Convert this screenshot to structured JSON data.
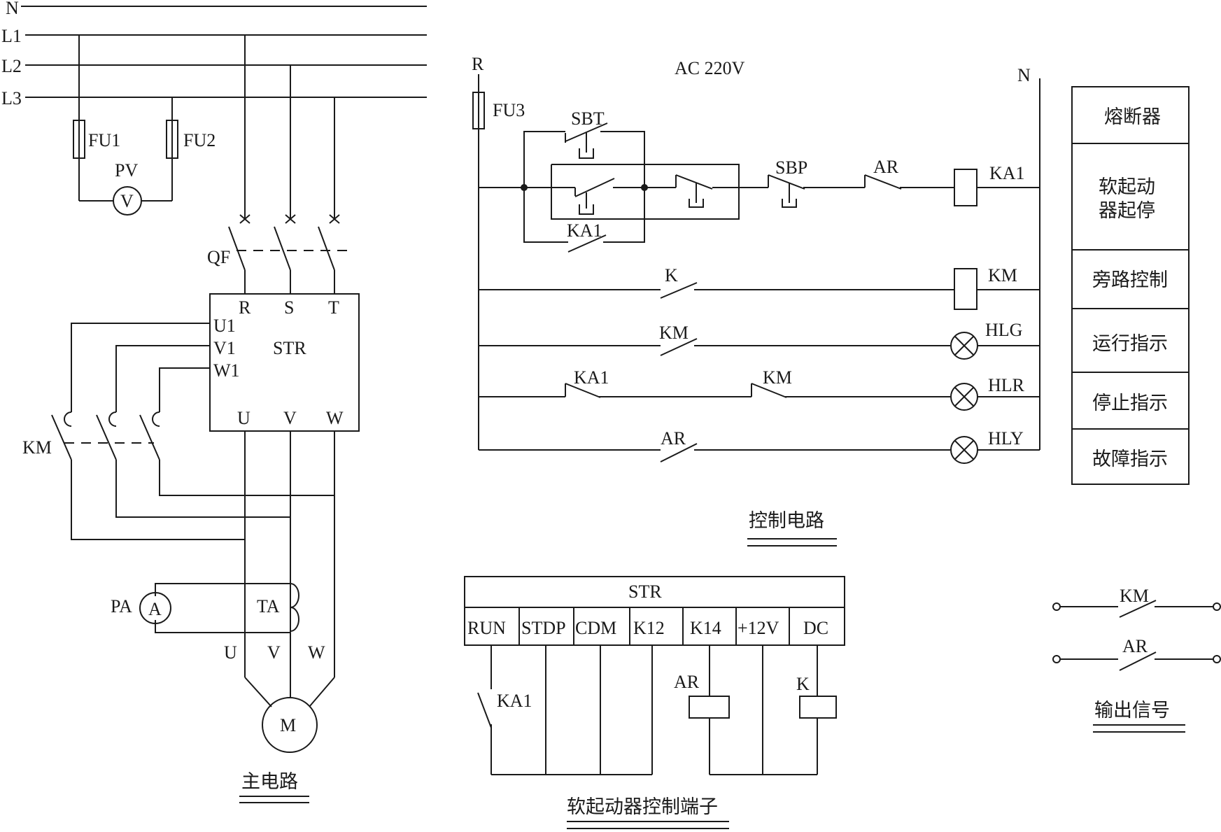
{
  "main": {
    "buses": [
      "N",
      "L1",
      "L2",
      "L3"
    ],
    "fu1": "FU1",
    "fu2": "FU2",
    "pv": "PV",
    "v": "V",
    "qf": "QF",
    "str_box": {
      "r": "R",
      "s": "S",
      "t": "T",
      "u1": "U1",
      "v1": "V1",
      "w1": "W1",
      "name": "STR",
      "u": "U",
      "v": "V",
      "w": "W"
    },
    "km": "KM",
    "pa": "PA",
    "a": "A",
    "ta": "TA",
    "mu": "U",
    "mv": "V",
    "mw": "W",
    "motor": "M",
    "title": "主电路"
  },
  "control": {
    "r": "R",
    "ac": "AC  220V",
    "n": "N",
    "fu3": "FU3",
    "sbt": "SBT",
    "ka1_hold": "KA1",
    "sbp": "SBP",
    "ar": "AR",
    "ka1_coil": "KA1",
    "k": "K",
    "km_coil": "KM",
    "km_row3": "KM",
    "hlg": "HLG",
    "ka1_row4": "KA1",
    "km_row4": "KM",
    "hlr": "HLR",
    "ar_row5": "AR",
    "hly": "HLY",
    "title": "控制电路"
  },
  "legend": [
    "熔断器",
    "软起动\n器起停",
    "旁路控制",
    "运行指示",
    "停止指示",
    "故障指示"
  ],
  "terminals": {
    "header": "STR",
    "cols": [
      "RUN",
      "STDP",
      "CDM",
      "K12",
      "K14",
      "+12V",
      "DC"
    ],
    "ka1": "KA1",
    "ar": "AR",
    "k": "K",
    "title": "软起动器控制端子"
  },
  "output": {
    "km": "KM",
    "ar": "AR",
    "title": "输出信号"
  }
}
